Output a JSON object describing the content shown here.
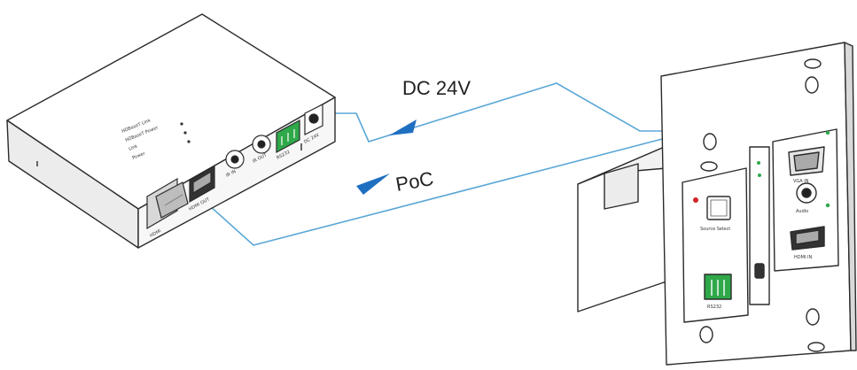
{
  "labels": {
    "dc": "DC 24V",
    "poc": "PoC"
  },
  "transmitter": {
    "ports": [
      "HDMI",
      "HDMI OUT",
      "IR IN",
      "IR OUT",
      "RS232",
      "DC 24V"
    ],
    "leds": [
      "HDBaseT Link",
      "HDBaseT Power",
      "Link",
      "Power"
    ]
  },
  "wallplate": {
    "buttons": [
      "Source Select"
    ],
    "ports": [
      "VGA IN",
      "Audio",
      "HDMI IN",
      "RS232"
    ]
  },
  "colors": {
    "cable": "#5aa7d6",
    "arrow": "#1f6fc1",
    "outline": "#2b2b2b",
    "terminal": "#2fa84a",
    "led": "#d22222"
  }
}
